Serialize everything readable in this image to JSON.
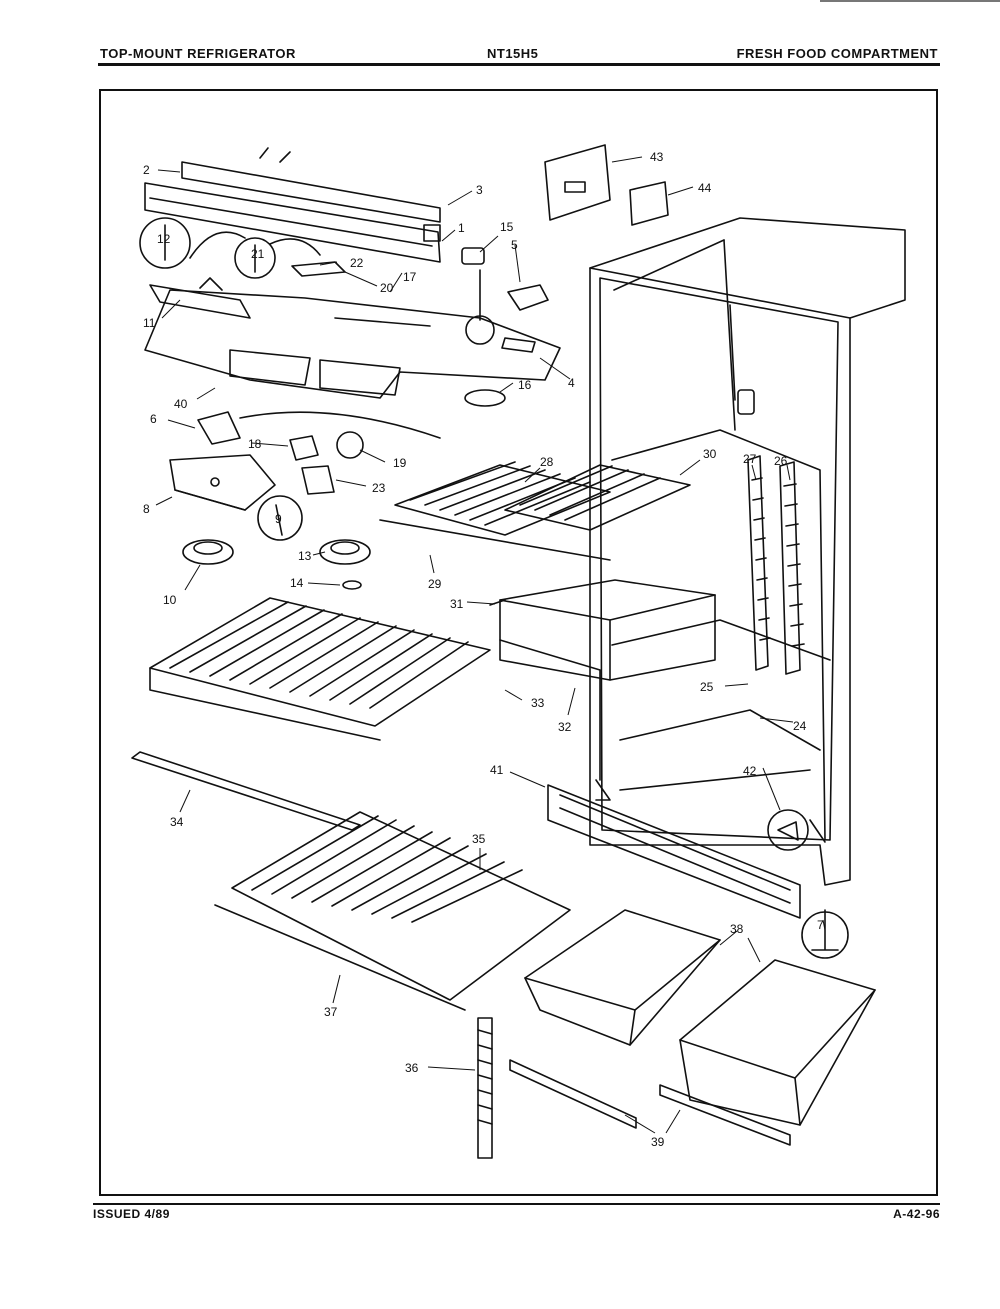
{
  "header": {
    "left": "TOP-MOUNT REFRIGERATOR",
    "center": "NT15H5",
    "right": "FRESH FOOD COMPARTMENT"
  },
  "footer": {
    "left": "ISSUED 4/89",
    "right": "A-42-96"
  },
  "callouts": [
    {
      "id": "c1",
      "text": "1"
    },
    {
      "id": "c2",
      "text": "2"
    },
    {
      "id": "c3",
      "text": "3"
    },
    {
      "id": "c4",
      "text": "4"
    },
    {
      "id": "c5",
      "text": "5"
    },
    {
      "id": "c6",
      "text": "6"
    },
    {
      "id": "c7",
      "text": "7"
    },
    {
      "id": "c8",
      "text": "8"
    },
    {
      "id": "c9",
      "text": "9"
    },
    {
      "id": "c10",
      "text": "10"
    },
    {
      "id": "c11",
      "text": "11"
    },
    {
      "id": "c12",
      "text": "12"
    },
    {
      "id": "c13",
      "text": "13"
    },
    {
      "id": "c14",
      "text": "14"
    },
    {
      "id": "c15",
      "text": "15"
    },
    {
      "id": "c16",
      "text": "16"
    },
    {
      "id": "c17",
      "text": "17"
    },
    {
      "id": "c18",
      "text": "18"
    },
    {
      "id": "c19",
      "text": "19"
    },
    {
      "id": "c20",
      "text": "20"
    },
    {
      "id": "c21",
      "text": "21"
    },
    {
      "id": "c22",
      "text": "22"
    },
    {
      "id": "c23",
      "text": "23"
    },
    {
      "id": "c24",
      "text": "24"
    },
    {
      "id": "c25",
      "text": "25"
    },
    {
      "id": "c26",
      "text": "26"
    },
    {
      "id": "c27",
      "text": "27"
    },
    {
      "id": "c28",
      "text": "28"
    },
    {
      "id": "c29",
      "text": "29"
    },
    {
      "id": "c30",
      "text": "30"
    },
    {
      "id": "c31",
      "text": "31"
    },
    {
      "id": "c32",
      "text": "32"
    },
    {
      "id": "c33",
      "text": "33"
    },
    {
      "id": "c34",
      "text": "34"
    },
    {
      "id": "c35",
      "text": "35"
    },
    {
      "id": "c36",
      "text": "36"
    },
    {
      "id": "c37",
      "text": "37"
    },
    {
      "id": "c38",
      "text": "38"
    },
    {
      "id": "c39",
      "text": "39"
    },
    {
      "id": "c40",
      "text": "40"
    },
    {
      "id": "c41",
      "text": "41"
    },
    {
      "id": "c42",
      "text": "42"
    },
    {
      "id": "c43",
      "text": "43"
    },
    {
      "id": "c44",
      "text": "44"
    }
  ]
}
